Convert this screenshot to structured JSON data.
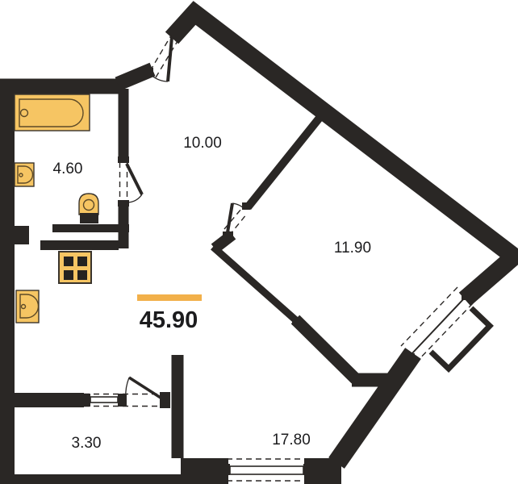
{
  "floor_plan": {
    "total_area": {
      "value": "45.90"
    },
    "rooms": [
      {
        "id": "bathroom",
        "area": "4.60"
      },
      {
        "id": "hall",
        "area": "10.00"
      },
      {
        "id": "living-room",
        "area": "11.90"
      },
      {
        "id": "kitchen-living",
        "area": "17.80"
      },
      {
        "id": "balcony",
        "area": "3.30"
      }
    ],
    "fixtures": [
      {
        "id": "bathtub"
      },
      {
        "id": "bathroom-sink"
      },
      {
        "id": "toilet"
      },
      {
        "id": "stove"
      },
      {
        "id": "kitchen-sink"
      }
    ],
    "colors": {
      "wall": "#2a2725",
      "fixture_fill": "#f6c563",
      "fixture_stroke": "#3a342c",
      "fixture_inner_stroke": "#5d4a28",
      "accent_bar": "#f2b04a",
      "text": "#1c1c1e"
    }
  }
}
